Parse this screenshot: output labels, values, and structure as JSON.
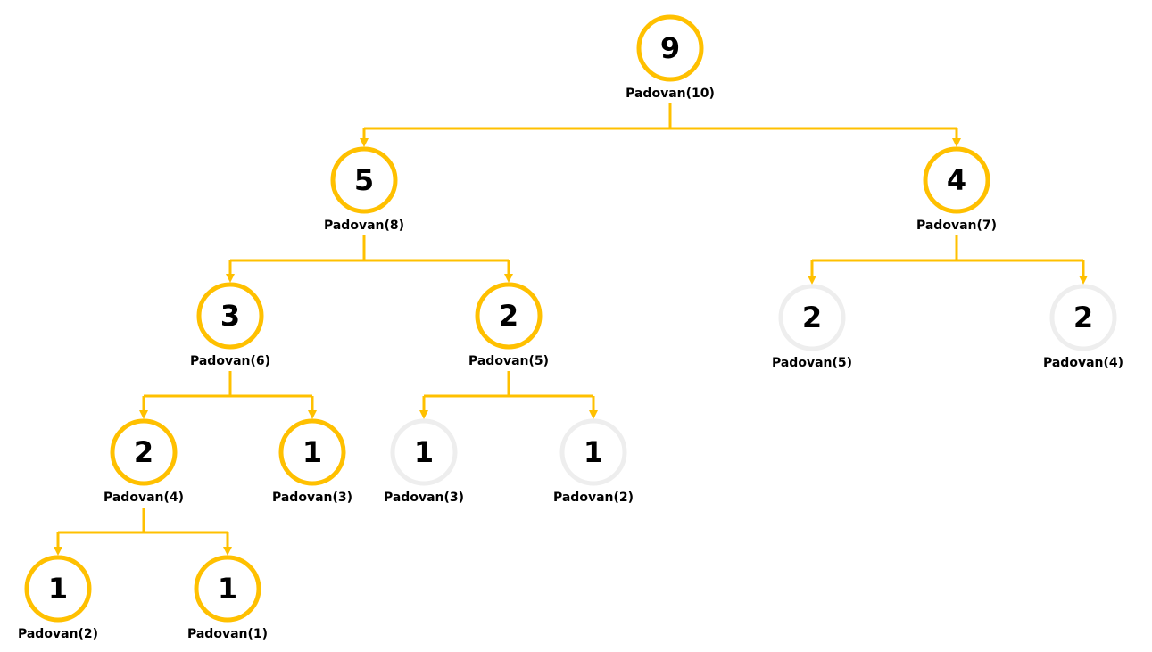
{
  "colors": {
    "active": "#FFC000",
    "inactive": "#EEEEEE",
    "connector": "#FFC000",
    "text": "#000000"
  },
  "nodes": [
    {
      "id": "p10",
      "value": "9",
      "label": "Padovan(10)",
      "active": true,
      "parent": null
    },
    {
      "id": "p8",
      "value": "5",
      "label": "Padovan(8)",
      "active": true,
      "parent": "p10"
    },
    {
      "id": "p7",
      "value": "4",
      "label": "Padovan(7)",
      "active": true,
      "parent": "p10"
    },
    {
      "id": "p6",
      "value": "3",
      "label": "Padovan(6)",
      "active": true,
      "parent": "p8"
    },
    {
      "id": "p5a",
      "value": "2",
      "label": "Padovan(5)",
      "active": true,
      "parent": "p8"
    },
    {
      "id": "p5b",
      "value": "2",
      "label": "Padovan(5)",
      "active": false,
      "parent": "p7"
    },
    {
      "id": "p4b",
      "value": "2",
      "label": "Padovan(4)",
      "active": false,
      "parent": "p7"
    },
    {
      "id": "p4a",
      "value": "2",
      "label": "Padovan(4)",
      "active": true,
      "parent": "p6"
    },
    {
      "id": "p3a",
      "value": "1",
      "label": "Padovan(3)",
      "active": true,
      "parent": "p6"
    },
    {
      "id": "p3b",
      "value": "1",
      "label": "Padovan(3)",
      "active": false,
      "parent": "p5a"
    },
    {
      "id": "p2b",
      "value": "1",
      "label": "Padovan(2)",
      "active": false,
      "parent": "p5a"
    },
    {
      "id": "p2a",
      "value": "1",
      "label": "Padovan(2)",
      "active": true,
      "parent": "p4a"
    },
    {
      "id": "p1",
      "value": "1",
      "label": "Padovan(1)",
      "active": true,
      "parent": "p4a"
    }
  ]
}
